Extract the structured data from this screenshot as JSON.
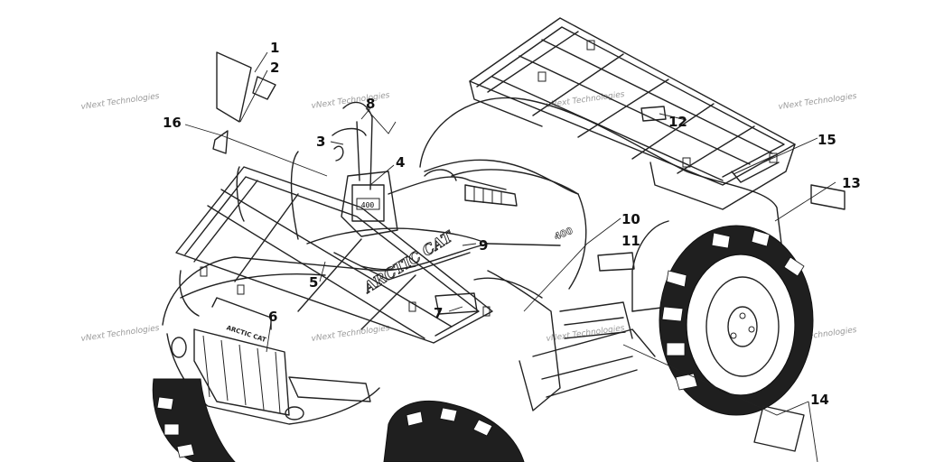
{
  "diagram": {
    "callouts": [
      {
        "id": "1",
        "text": "1"
      },
      {
        "id": "2",
        "text": "2"
      },
      {
        "id": "3",
        "text": "3"
      },
      {
        "id": "4",
        "text": "4"
      },
      {
        "id": "5",
        "text": "5"
      },
      {
        "id": "6",
        "text": "6"
      },
      {
        "id": "7",
        "text": "7"
      },
      {
        "id": "8",
        "text": "8"
      },
      {
        "id": "9",
        "text": "9"
      },
      {
        "id": "10",
        "text": "10"
      },
      {
        "id": "11",
        "text": "11"
      },
      {
        "id": "12",
        "text": "12"
      },
      {
        "id": "13",
        "text": "13"
      },
      {
        "id": "14",
        "text": "14"
      },
      {
        "id": "15",
        "text": "15"
      },
      {
        "id": "16",
        "text": "16"
      }
    ],
    "decals": {
      "brand_hood": "ARCTIC CAT",
      "brand_grille": "ARCTIC CAT",
      "model_badge": "400",
      "display_number": "400"
    },
    "watermark": "vNext Technologies"
  }
}
